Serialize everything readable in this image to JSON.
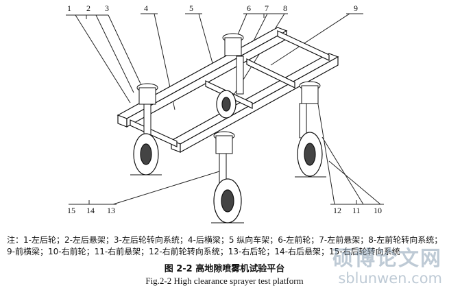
{
  "callouts": [
    "1",
    "2",
    "3",
    "4",
    "5",
    "6",
    "7",
    "8",
    "9",
    "10",
    "11",
    "12",
    "13",
    "14",
    "15"
  ],
  "note_line1": "注：1-左后轮；2-左后悬架；3-左后轮转向系统；4-后横梁；5 纵向车架；6-左前轮；7-左前悬架；8-左前轮转向系统；",
  "note_line2": "9-前横梁；10-右前轮；11-右前悬架；12-右前轮转向系统；13-右后轮；14-右后悬架；15-右后轮转向系统",
  "title_cn": "图 2-2 高地隙喷雾机试验平台",
  "title_en": "Fig.2-2  High clearance sprayer test platform",
  "watermark": {
    "cn": "硕博论文网",
    "en": "sblunwen.com",
    "color": "#8aa0b4"
  }
}
